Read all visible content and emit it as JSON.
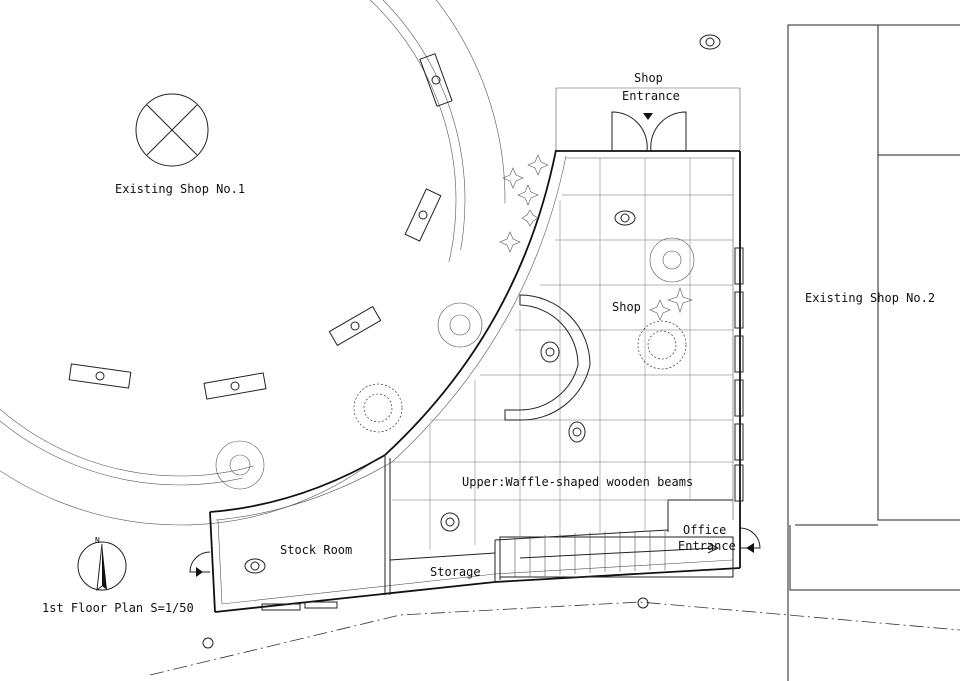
{
  "labels": {
    "existing_shop_1": "Existing Shop No.1",
    "existing_shop_2": "Existing Shop No.2",
    "shop_entrance_line1": "Shop",
    "shop_entrance_line2": "Entrance",
    "shop": "Shop",
    "upper_beams": "Upper:Waffle-shaped wooden beams",
    "stock_room": "Stock Room",
    "storage": "Storage",
    "office_entrance_line1": "Office",
    "office_entrance_line2": "Entrance",
    "floor_plan_title": "1st Floor Plan S=1/50",
    "north": "N"
  }
}
